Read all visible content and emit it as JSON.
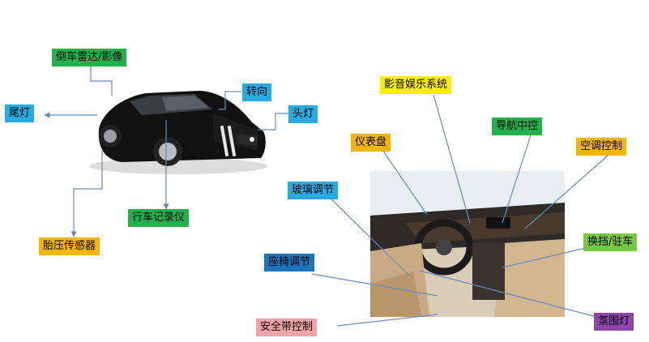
{
  "labels": {
    "reverse_radar": {
      "text": "倒车雷达/影像",
      "color": "#22b14c"
    },
    "steering": {
      "text": "转向",
      "color": "#29abe2"
    },
    "tail_light": {
      "text": "尾灯",
      "color": "#29abe2"
    },
    "head_light": {
      "text": "头灯",
      "color": "#29abe2"
    },
    "dashcam": {
      "text": "行车记录仪",
      "color": "#22b14c"
    },
    "tire_pressure": {
      "text": "胎压传感器",
      "color": "#f7b500"
    },
    "infotainment": {
      "text": "影音娱乐系统",
      "color": "#ffee00"
    },
    "instrument": {
      "text": "仪表盘",
      "color": "#f7b500"
    },
    "navigation": {
      "text": "导航中控",
      "color": "#22b14c"
    },
    "ac_control": {
      "text": "空调控制",
      "color": "#f7b500"
    },
    "window": {
      "text": "玻璃调节",
      "color": "#29abe2"
    },
    "gear": {
      "text": "换挡/驻车",
      "color": "#7ac943"
    },
    "seat": {
      "text": "座椅调节",
      "color": "#1c75bc"
    },
    "ambient": {
      "text": "氛围灯",
      "color": "#8e44ad"
    },
    "seatbelt": {
      "text": "安全带控制",
      "color": "#f4a3a8"
    }
  },
  "colors": {
    "line": "#6a8bb8"
  }
}
